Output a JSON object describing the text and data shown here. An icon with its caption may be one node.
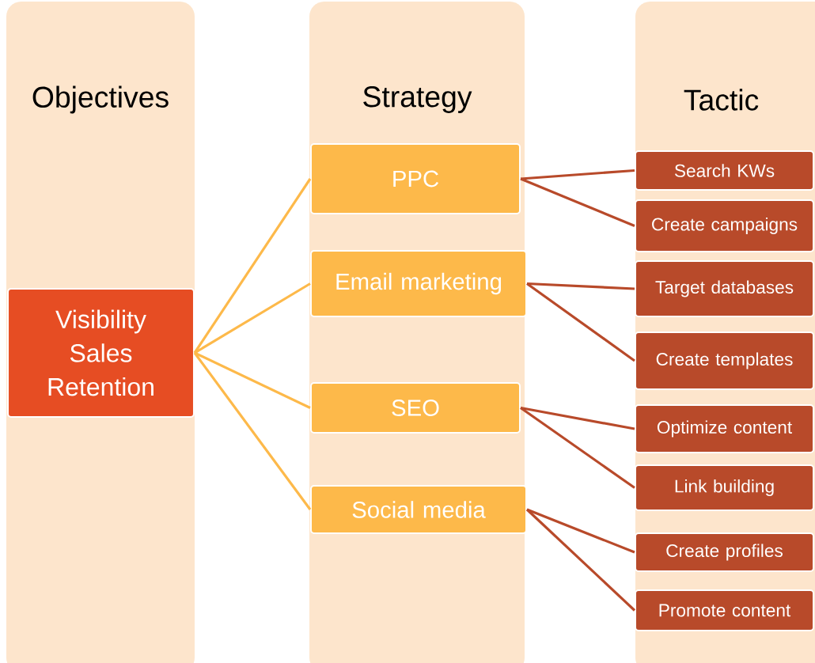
{
  "diagram": {
    "nodes": [
      {
        "text": [
          "Objectives"
        ]
      },
      {
        "text": [
          "Visibility",
          "Sales",
          "Retention"
        ],
        "in": 0
      },
      {
        "text": [
          "Strategy"
        ]
      },
      {
        "text": [
          "PPC"
        ],
        "in": 2
      },
      {
        "text": [
          "Email marketing"
        ],
        "in": 2
      },
      {
        "text": [
          "SEO"
        ],
        "in": 2
      },
      {
        "text": [
          "Social media"
        ],
        "in": 2
      },
      {
        "text": [
          "Tactic"
        ]
      },
      {
        "text": [
          "Search KWs"
        ],
        "in": 7
      },
      {
        "text": [
          "Create campaigns"
        ],
        "in": 7
      },
      {
        "text": [
          "Target databases"
        ],
        "in": 7
      },
      {
        "text": [
          "Create templates"
        ],
        "in": 7
      },
      {
        "text": [
          "Optimize content"
        ],
        "in": 7
      },
      {
        "text": [
          "Link building"
        ],
        "in": 7
      },
      {
        "text": [
          "Create profiles"
        ],
        "in": 7
      },
      {
        "text": [
          "Promote content"
        ],
        "in": 7
      }
    ],
    "edges": [
      {
        "from": 1,
        "to": 3,
        "arrow": "none",
        "color": "#fdb94a"
      },
      {
        "from": 1,
        "to": 4,
        "arrow": "none",
        "color": "#fdb94a"
      },
      {
        "from": 1,
        "to": 5,
        "arrow": "none",
        "color": "#fdb94a"
      },
      {
        "from": 1,
        "to": 6,
        "arrow": "none",
        "color": "#fdb94a"
      },
      {
        "from": 3,
        "to": 8,
        "arrow": "none"
      },
      {
        "from": 3,
        "to": 9,
        "arrow": "none"
      },
      {
        "from": 4,
        "to": 10,
        "arrow": "none"
      },
      {
        "from": 4,
        "to": 11,
        "arrow": "none"
      },
      {
        "from": 5,
        "to": 12,
        "arrow": "none"
      },
      {
        "from": 5,
        "to": 13,
        "arrow": "none"
      },
      {
        "from": 6,
        "to": 14,
        "arrow": "none"
      },
      {
        "from": 6,
        "to": 15,
        "arrow": "none"
      }
    ]
  }
}
